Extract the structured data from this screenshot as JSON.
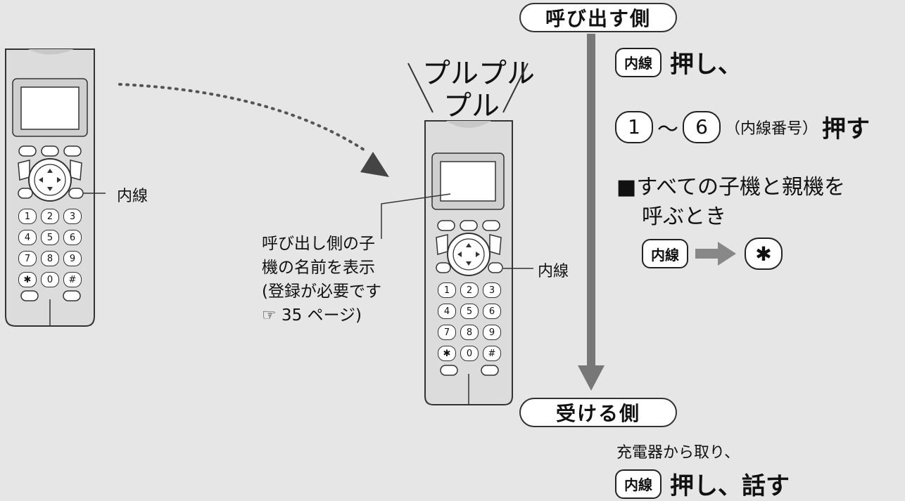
{
  "caller_side": "呼び出す側",
  "receiver_side": "受ける側",
  "ring_sound_line1": "プルプル",
  "ring_sound_line2": "プル",
  "naisen_key": "内線",
  "step1_action": "押し、",
  "step2": {
    "key_from": "1",
    "tilde": "〜",
    "key_to": "6",
    "note": "（内線番号）",
    "action": "押す"
  },
  "all_units": {
    "heading_line1": "■すべての子機と親機を",
    "heading_line2": "呼ぶとき",
    "star_key": "✱"
  },
  "left_handset_label": "内線",
  "center_handset_label": "内線",
  "display_note": {
    "line1": "呼び出し側の子",
    "line2": "機の名前を表示",
    "line3": "(登録が必要です",
    "line4": "☞ 35 ページ)"
  },
  "receive_step1": "充電器から取り、",
  "receive_step2_action": "押し、話す",
  "keypad_keys": [
    "1",
    "2",
    "3",
    "4",
    "5",
    "6",
    "7",
    "8",
    "9",
    "✱",
    "0",
    "#"
  ]
}
